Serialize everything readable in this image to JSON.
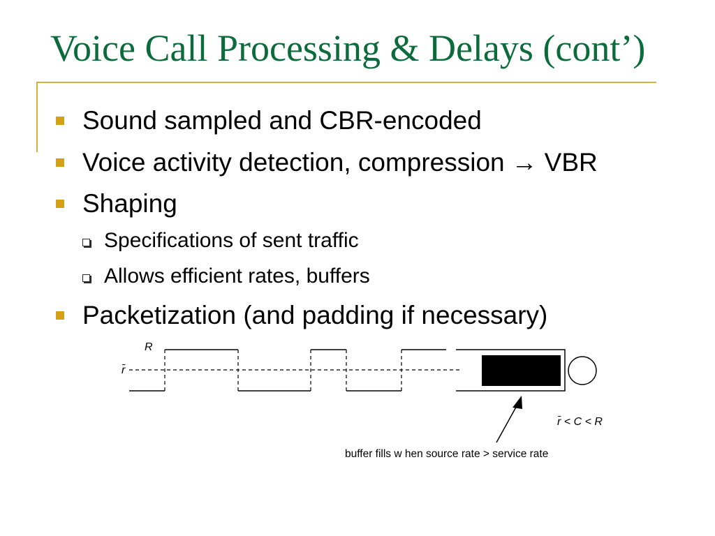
{
  "slide": {
    "title": "Voice Call Processing & Delays (cont’)",
    "bullets": [
      {
        "text": "Sound sampled and CBR-encoded"
      },
      {
        "text_before": "Voice activity detection, compression",
        "arrow": "→",
        "text_after": "VBR"
      },
      {
        "text": "Shaping"
      },
      {
        "text": "Packetization (and padding if necessary)"
      }
    ],
    "sub_bullets": [
      {
        "text": "Specifications of sent traffic"
      },
      {
        "text": "Allows efficient rates, buffers"
      }
    ]
  },
  "diagram": {
    "label_peak": "R",
    "label_mean": "r̄",
    "inequality": "r̄ < C < R",
    "caption": "buffer fills w hen source rate > service rate"
  },
  "colors": {
    "title": "#0b6b3a",
    "accent_rule": "#d4b13a",
    "bullet_square": "#d4a017"
  },
  "icons": {
    "bullet": "filled-square-bullet-icon",
    "sub_bullet": "hollow-square-bullet-icon",
    "arrow": "right-arrow-icon",
    "server": "circle-server-icon"
  }
}
